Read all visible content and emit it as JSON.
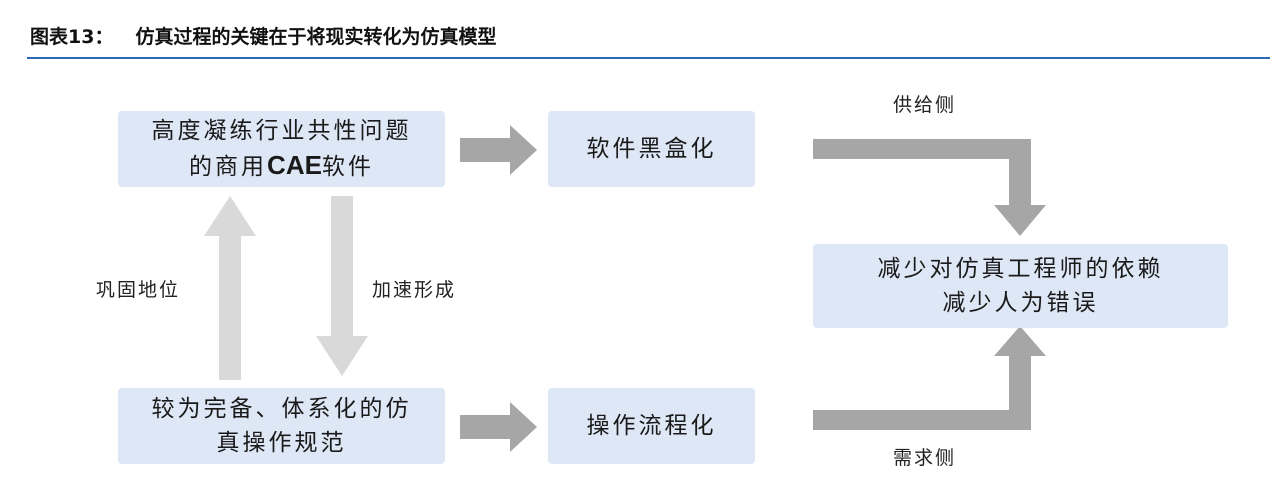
{
  "title": {
    "fig_no": "图表13：",
    "text": "仿真过程的关键在于将现实转化为仿真模型"
  },
  "boxes": {
    "top_left": {
      "line1": "高度凝练行业共性问题",
      "line2_prefix": "的商用",
      "line2_bold": "CAE",
      "line2_suffix": "软件"
    },
    "top_mid": "软件黑盒化",
    "bottom_left": {
      "line1": "较为完备、体系化的仿",
      "line2": "真操作规范"
    },
    "bottom_mid": "操作流程化",
    "right": {
      "line1": "减少对仿真工程师的依赖",
      "line2": "减少人为错误"
    }
  },
  "labels": {
    "up": "巩固地位",
    "down": "加速形成",
    "supply": "供给侧",
    "demand": "需求侧"
  },
  "colors": {
    "box_fill": "#dde7f5",
    "arrow_dark": "#a6a6a6",
    "arrow_light": "#d9d9d9",
    "rule": "#2e6ab3"
  }
}
